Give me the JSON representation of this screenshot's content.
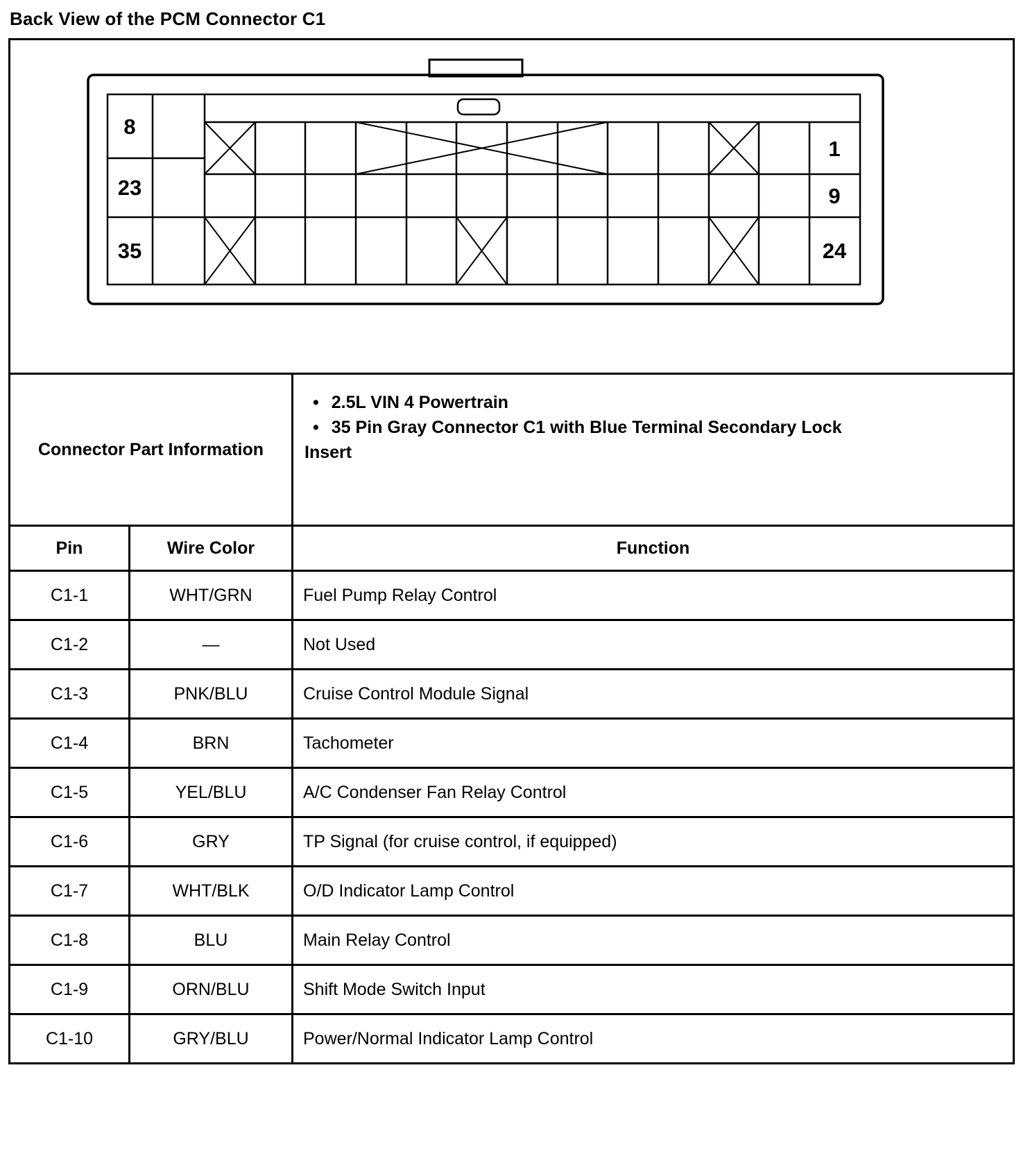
{
  "title": "Back View of the PCM Connector C1",
  "diagram": {
    "left_labels": [
      "8",
      "23",
      "35"
    ],
    "right_labels": [
      "1",
      "9",
      "24"
    ]
  },
  "part_info": {
    "label": "Connector Part Information",
    "bullet_char": "•",
    "bullets": [
      "2.5L VIN 4 Powertrain",
      "35 Pin Gray Connector C1 with Blue Terminal Secondary Lock"
    ],
    "continuation": "Insert"
  },
  "table": {
    "headers": [
      "Pin",
      "Wire Color",
      "Function"
    ],
    "rows": [
      {
        "pin": "C1-1",
        "wire": "WHT/GRN",
        "function": "Fuel Pump Relay Control"
      },
      {
        "pin": "C1-2",
        "wire": "—",
        "function": "Not Used"
      },
      {
        "pin": "C1-3",
        "wire": "PNK/BLU",
        "function": "Cruise Control Module Signal"
      },
      {
        "pin": "C1-4",
        "wire": "BRN",
        "function": "Tachometer"
      },
      {
        "pin": "C1-5",
        "wire": "YEL/BLU",
        "function": "A/C Condenser Fan Relay Control"
      },
      {
        "pin": "C1-6",
        "wire": "GRY",
        "function": "TP Signal (for cruise control, if equipped)"
      },
      {
        "pin": "C1-7",
        "wire": "WHT/BLK",
        "function": "O/D Indicator Lamp Control"
      },
      {
        "pin": "C1-8",
        "wire": "BLU",
        "function": "Main Relay Control"
      },
      {
        "pin": "C1-9",
        "wire": "ORN/BLU",
        "function": "Shift Mode Switch Input"
      },
      {
        "pin": "C1-10",
        "wire": "GRY/BLU",
        "function": "Power/Normal Indicator Lamp Control"
      }
    ]
  },
  "colors": {
    "border": "#000000",
    "background": "#ffffff",
    "text": "#000000"
  }
}
